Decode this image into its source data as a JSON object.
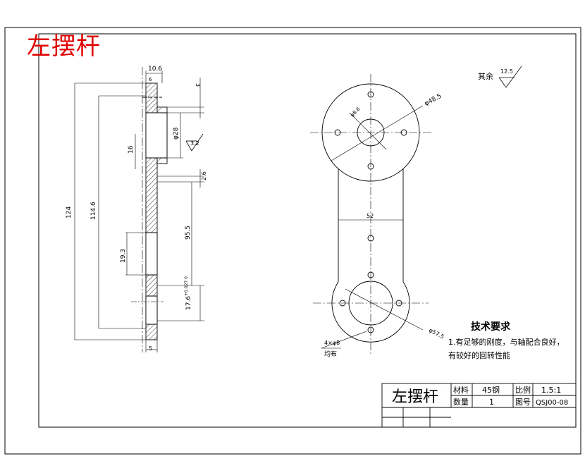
{
  "drawing": {
    "corner_title": "左摆杆",
    "roughness_label": "其余",
    "roughness_value": "12.5",
    "surface_mark": "3.2",
    "dims_side": {
      "top_width": "10.6",
      "thk_small": "6",
      "top_gap": "3",
      "total_len": "124",
      "inner_len": "114.6",
      "bore_dia": "φ28",
      "hub_len": "16",
      "step": "2.6",
      "mid_len": "95.5",
      "slot": "19.3",
      "hole_off": "17.6",
      "tol": "+0.027 0",
      "bottom_thk": "5"
    },
    "dims_front": {
      "big_dia": "φ48.5",
      "small_dia": "φ8.6",
      "width": "52",
      "lower_dia": "φ57.5",
      "holes": "4×φ8",
      "holes_note": "均布"
    },
    "tech": {
      "heading": "技术要求",
      "line1": "1.有足够的刚度，与轴配合良好，",
      "line2": "有较好的回转性能"
    },
    "title_block": {
      "part_name": "左摆杆",
      "material_label": "材料",
      "material_value": "45钢",
      "scale_label": "比例",
      "scale_value": "1.5:1",
      "qty_label": "数量",
      "qty_value": "1",
      "drawing_no_label": "图号",
      "drawing_no_value": "QSJ00-08"
    }
  }
}
